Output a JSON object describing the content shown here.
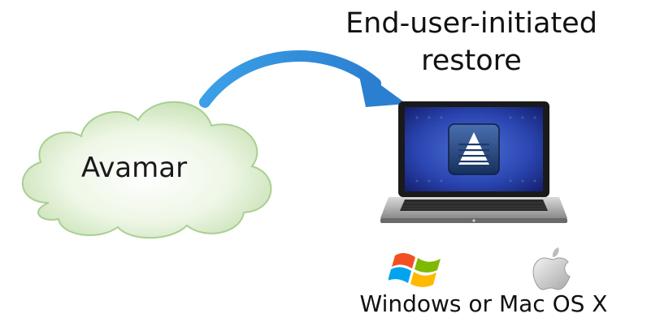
{
  "title": {
    "line1": "End-user-initiated",
    "line2": "restore"
  },
  "cloud": {
    "label": "Avamar",
    "icon": "cloud-icon"
  },
  "arrow": {
    "icon": "curved-arrow-icon",
    "color": "#2f8fdc"
  },
  "laptop": {
    "icon": "laptop-icon",
    "screen_logo": "avamar-logo-icon"
  },
  "os": {
    "label": "Windows or Mac OS X",
    "windows_icon": "windows-logo-icon",
    "apple_icon": "apple-logo-icon"
  }
}
